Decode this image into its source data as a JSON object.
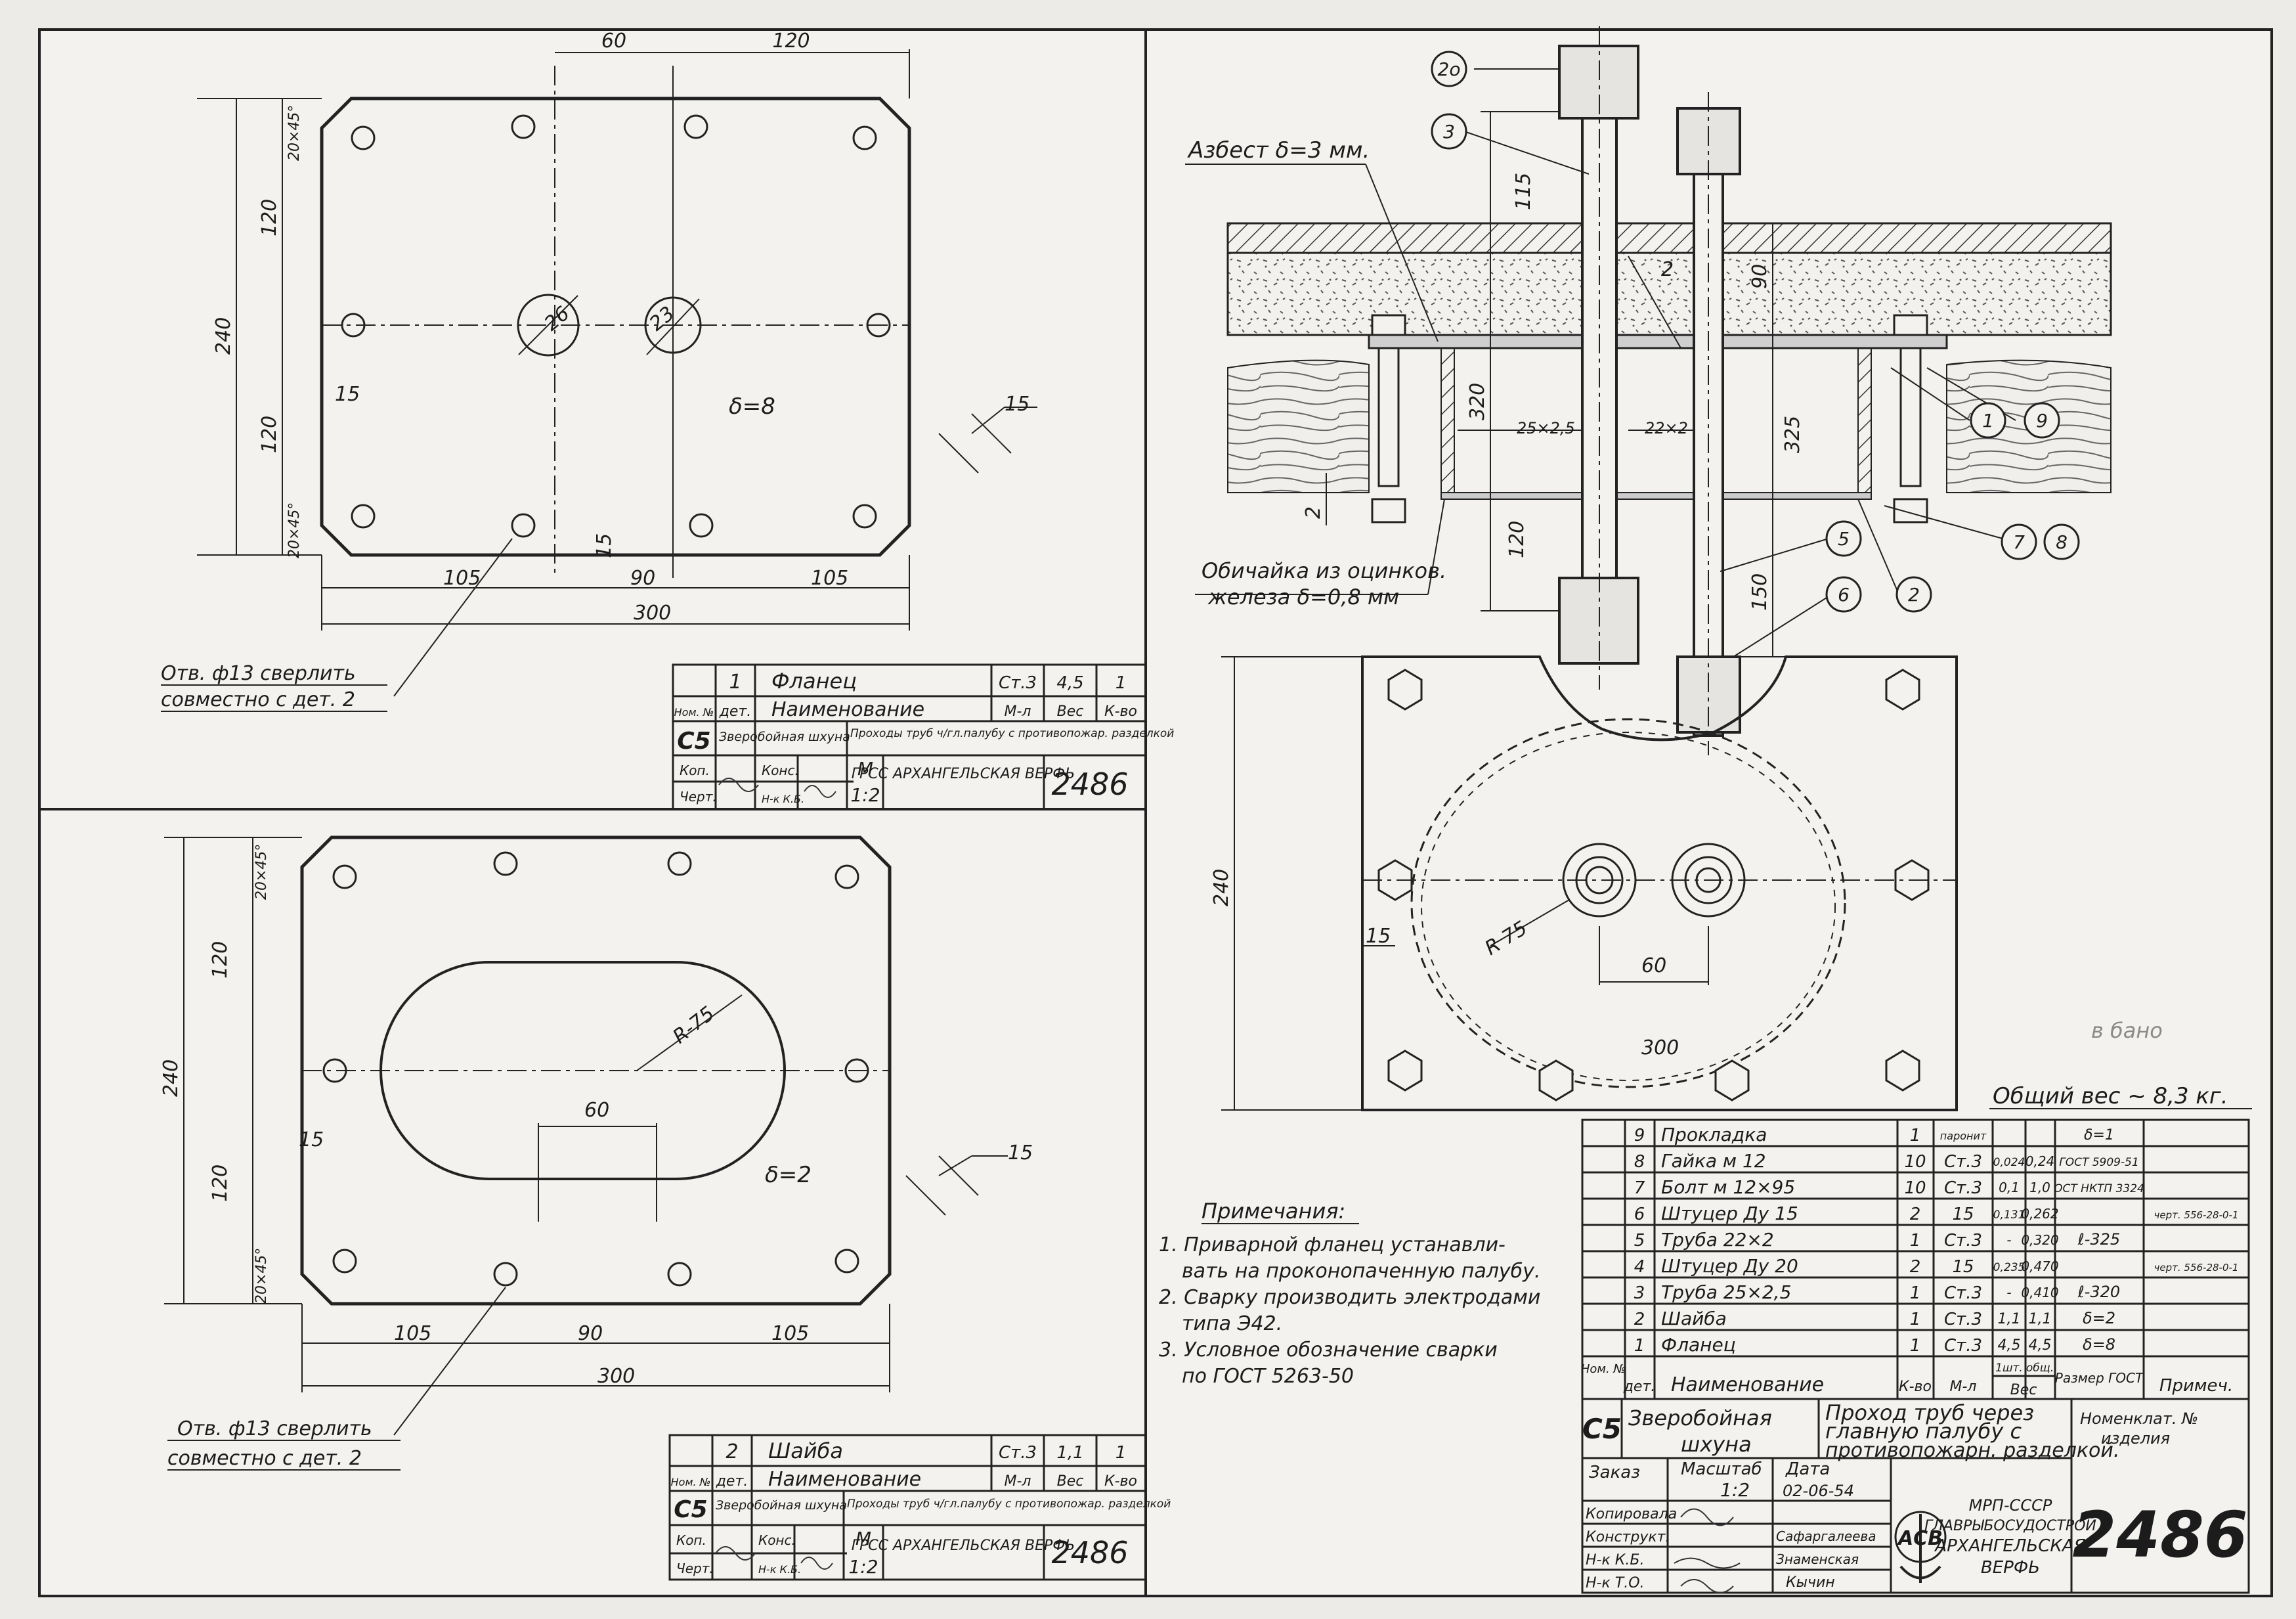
{
  "detail1": {
    "dims": {
      "d60": "60",
      "d120": "120",
      "chamfer_top": "20×45°",
      "chamfer_bot": "20×45°",
      "h120a": "120",
      "h120b": "120",
      "h240": "240",
      "hole26": "26",
      "hole23": "23",
      "d15a": "15",
      "d15b": "15",
      "d15c": "15",
      "thick": "δ=8",
      "b105a": "105",
      "b90": "90",
      "b105b": "105",
      "b300": "300"
    },
    "note_l1": "Отв. ф13 сверлить",
    "note_l2": "совместно с дет. 2",
    "stamp": {
      "num": "1",
      "name": "Фланец",
      "material": "Ст.3",
      "weight": "4,5",
      "qty": "1",
      "h_num": "Ном. №",
      "h_det": "дет.",
      "h_name": "Наименование",
      "h_mat": "М-л",
      "h_wt": "Вес",
      "h_qty": "К-во",
      "c5": "С5",
      "vessel": "Зверобойная шхуна",
      "title": "Проходы труб ч/гл.палубу с противопожар. разделкой",
      "kop": "Коп.",
      "konstr": "Конс.",
      "chert": "Черт.",
      "nk": "Н-к К.Б.",
      "m": "М",
      "scale": "1:2",
      "org": "ГРСС АРХАНГЕЛЬСКАЯ ВЕРФЬ",
      "drawing": "2486"
    }
  },
  "detail2": {
    "dims": {
      "chamfer_top": "20×45°",
      "chamfer_bot": "20×45°",
      "h120a": "120",
      "h120b": "120",
      "h240": "240",
      "d15a": "15",
      "d15b": "15",
      "radius": "R-75",
      "d60": "60",
      "thick": "δ=2",
      "b105a": "105",
      "b90": "90",
      "b105b": "105",
      "b300": "300"
    },
    "note_l1": "Отв. ф13 сверлить",
    "note_l2": "совместно с дет. 2",
    "stamp": {
      "num": "2",
      "name": "Шайба",
      "material": "Ст.3",
      "weight": "1,1",
      "qty": "1",
      "h_num": "Ном. №",
      "h_det": "дет.",
      "h_name": "Наименование",
      "h_mat": "М-л",
      "h_wt": "Вес",
      "h_qty": "К-во",
      "c5": "С5",
      "vessel": "Зверобойная шхуна",
      "title": "Проходы труб ч/гл.палубу с противопожар. разделкой",
      "kop": "Коп.",
      "konstr": "Конс.",
      "chert": "Черт.",
      "nk": "Н-к К.Б.",
      "m": "М",
      "scale": "1:2",
      "org": "ГРСС АРХАНГЕЛЬСКАЯ ВЕРФЬ",
      "drawing": "2486"
    }
  },
  "assembly": {
    "asbest": "Азбест δ=3 мм.",
    "obich_l1": "Обичайка из оцинков.",
    "obich_l2": "железа δ=0,8 мм",
    "callouts": [
      "2о",
      "3",
      "1",
      "9",
      "5",
      "6",
      "2",
      "7",
      "8"
    ],
    "dims": {
      "d115": "115",
      "d2": "2",
      "d90": "90",
      "d320": "320",
      "d325": "325",
      "pipe25": "25×2,5",
      "pipe22": "22×2",
      "d2b": "2",
      "d120": "120",
      "d150": "150",
      "d240": "240",
      "r75": "R 75",
      "d15": "15",
      "d60": "60",
      "d300": "300"
    },
    "pencil": "в бано",
    "total_weight": "Общий вес ~ 8,3 кг."
  },
  "notes": {
    "title": "Примечания:",
    "lines": [
      "1. Приварной фланец устанавли-",
      "вать на проконопаченную палубу.",
      "2. Сварку производить электродами",
      "типа Э42.",
      "3. Условное обозначение сварки",
      "по ГОСТ 5263-50"
    ]
  },
  "bom": {
    "rows": [
      {
        "num": "9",
        "name": "Прокладка",
        "qty": "1",
        "mat": "паронит",
        "w1": "",
        "w2": "",
        "size": "δ=1",
        "note": ""
      },
      {
        "num": "8",
        "name": "Гайка  м 12",
        "qty": "10",
        "mat": "Ст.3",
        "w1": "0,024",
        "w2": "0,24",
        "size": "ГОСТ 5909-51",
        "note": ""
      },
      {
        "num": "7",
        "name": "Болт  м 12×95",
        "qty": "10",
        "mat": "Ст.3",
        "w1": "0,1",
        "w2": "1,0",
        "size": "ОСТ НКТП 3324",
        "note": ""
      },
      {
        "num": "6",
        "name": "Штуцер Ду 15",
        "qty": "2",
        "mat": "15",
        "w1": "0,131",
        "w2": "0,262",
        "size": "",
        "note": "черт. 556-28-0-1"
      },
      {
        "num": "5",
        "name": "Труба 22×2",
        "qty": "1",
        "mat": "Ст.3",
        "w1": "-",
        "w2": "0,320",
        "size": "ℓ-325",
        "note": ""
      },
      {
        "num": "4",
        "name": "Штуцер Ду 20",
        "qty": "2",
        "mat": "15",
        "w1": "0,235",
        "w2": "0,470",
        "size": "",
        "note": "черт. 556-28-0-1"
      },
      {
        "num": "3",
        "name": "Труба  25×2,5",
        "qty": "1",
        "mat": "Ст.3",
        "w1": "-",
        "w2": "0,410",
        "size": "ℓ-320",
        "note": ""
      },
      {
        "num": "2",
        "name": "Шайба",
        "qty": "1",
        "mat": "Ст.3",
        "w1": "1,1",
        "w2": "1,1",
        "size": "δ=2",
        "note": ""
      },
      {
        "num": "1",
        "name": "Фланец",
        "qty": "1",
        "mat": "Ст.3",
        "w1": "4,5",
        "w2": "4,5",
        "size": "δ=8",
        "note": ""
      }
    ],
    "header": {
      "num": "Ном. №",
      "det": "дет.",
      "name": "Наименование",
      "qty": "К-во",
      "mat": "М-л",
      "w1": "1шт.",
      "w2": "общ.",
      "wt": "Вес",
      "size": "Размер ГОСТ",
      "note": "Примеч."
    }
  },
  "main_stamp": {
    "c5": "С5",
    "vessel_l1": "Зверобойная",
    "vessel_l2": "шхуна",
    "title_l1": "Проход труб через",
    "title_l2": "главную палубу с",
    "title_l3": "противопожарн. разделкой.",
    "nomen_l1": "Номенклат. №",
    "nomen_l2": "изделия",
    "zakaz": "Заказ",
    "masshtab": "Масштаб",
    "scale": "1:2",
    "data": "Дата",
    "date": "02-06-54",
    "kopir": "Копировала",
    "konstr": "Конструкт.",
    "nkkb": "Н-к К.Б.",
    "nkto": "Н-к Т.О.",
    "n1": "Сафаргалеева",
    "n2": "Знаменская",
    "n3": "Кычин",
    "logo": "АСВ",
    "org_l1": "МРП-СССР",
    "org_l2": "ГЛАВРЫБОСУДОСТРОЙ",
    "org_l3": "АРХАНГЕЛЬСКАЯ",
    "org_l4": "ВЕРФЬ",
    "drawing": "2486"
  }
}
